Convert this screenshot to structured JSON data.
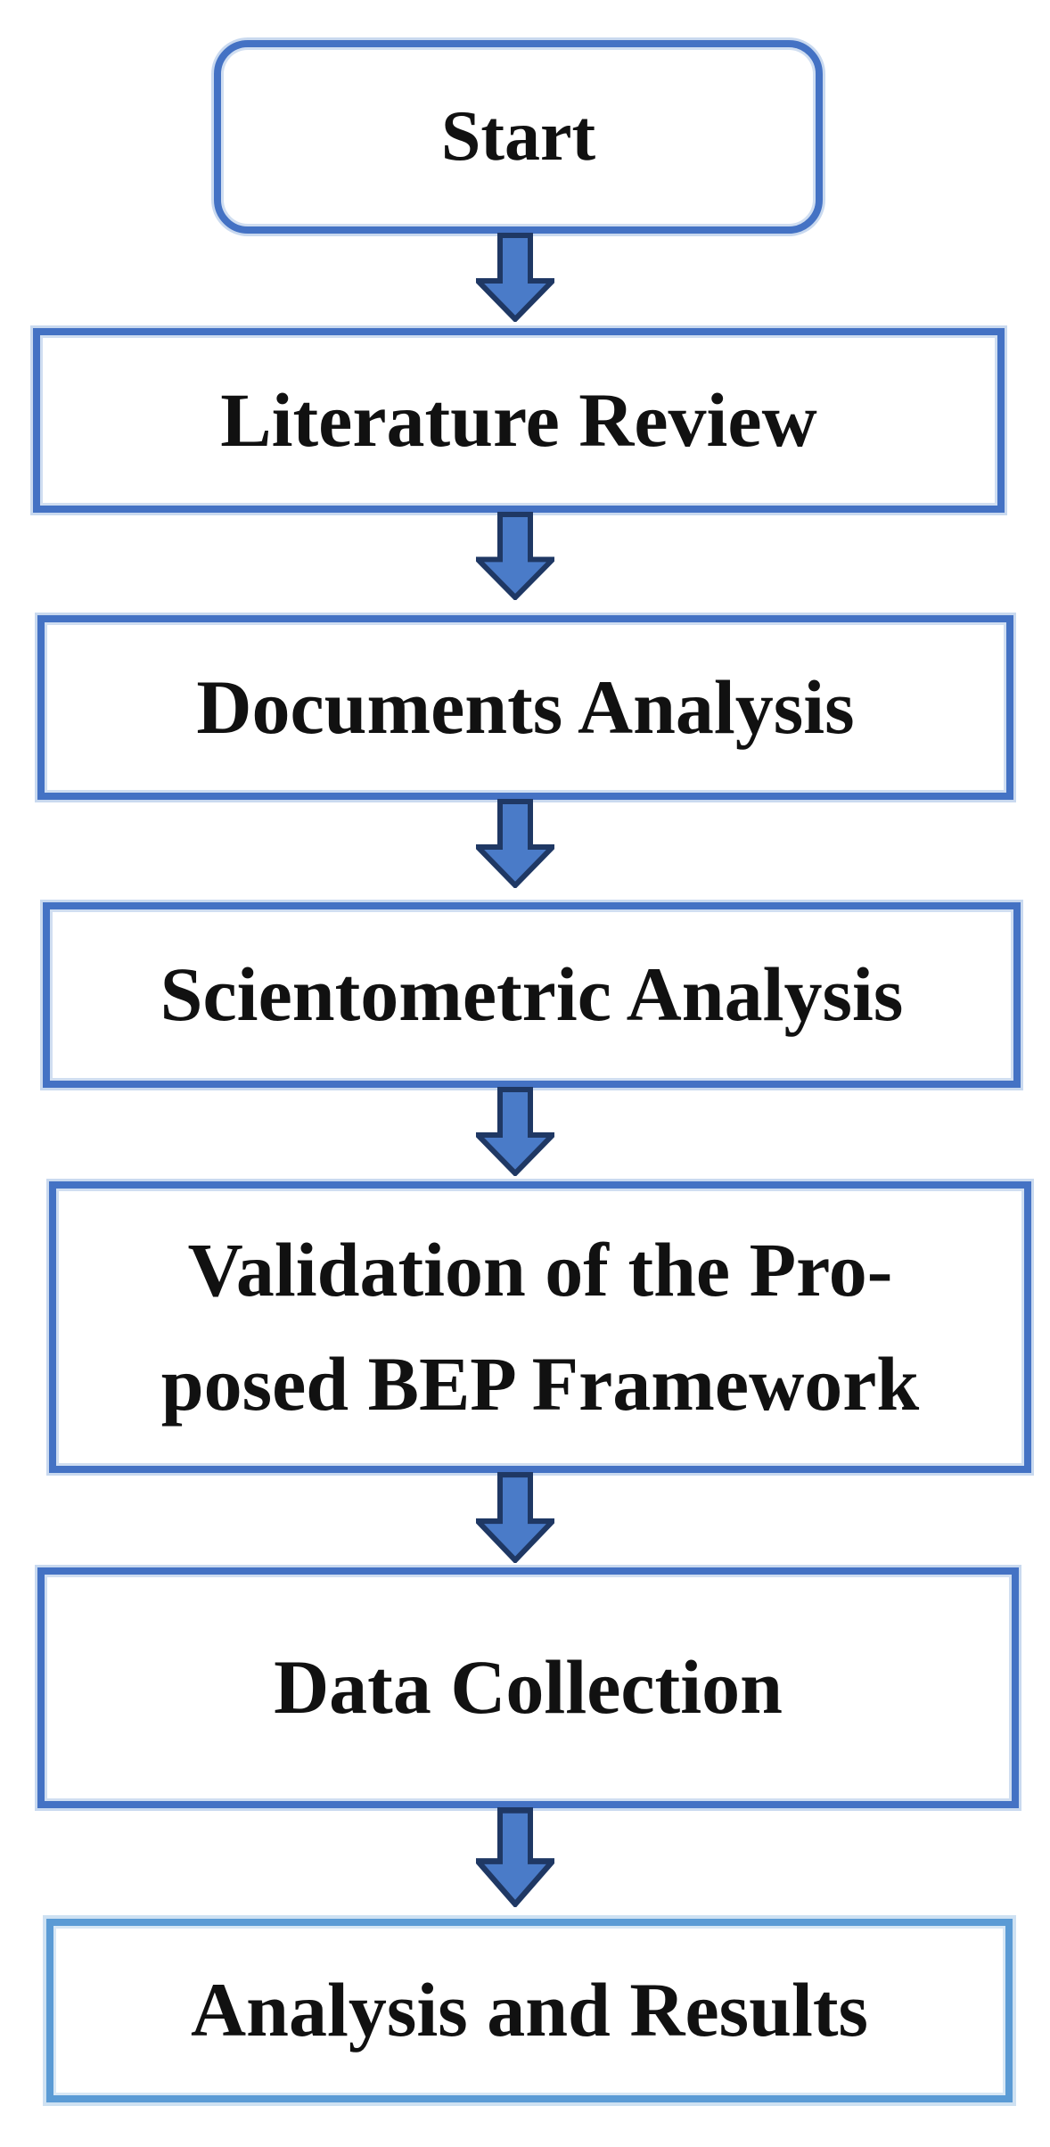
{
  "diagram": {
    "type": "flowchart",
    "direction": "top-down",
    "nodes": [
      {
        "id": "start",
        "label": "Start",
        "shape": "rounded-rectangle"
      },
      {
        "id": "literature-review",
        "label": "Literature Review",
        "shape": "rectangle"
      },
      {
        "id": "documents-analysis",
        "label": "Documents Analysis",
        "shape": "rectangle"
      },
      {
        "id": "scientometric-analysis",
        "label": "Scientometric Analysis",
        "shape": "rectangle"
      },
      {
        "id": "validation-bep-framework",
        "label": "Validation of the Proposed BEP Framework",
        "lines": [
          "Validation of the Pro-",
          "posed BEP Framework"
        ],
        "shape": "rectangle"
      },
      {
        "id": "data-collection",
        "label": "Data Collection",
        "shape": "rectangle"
      },
      {
        "id": "analysis-and-results",
        "label": "Analysis and Results",
        "shape": "rectangle"
      }
    ],
    "edges": [
      {
        "from": "start",
        "to": "literature-review",
        "connector": "block-arrow-down"
      },
      {
        "from": "literature-review",
        "to": "documents-analysis",
        "connector": "block-arrow-down"
      },
      {
        "from": "documents-analysis",
        "to": "scientometric-analysis",
        "connector": "block-arrow-down"
      },
      {
        "from": "scientometric-analysis",
        "to": "validation-bep-framework",
        "connector": "block-arrow-down"
      },
      {
        "from": "validation-bep-framework",
        "to": "data-collection",
        "connector": "block-arrow-down"
      },
      {
        "from": "data-collection",
        "to": "analysis-and-results",
        "connector": "block-arrow-down"
      }
    ],
    "colors": {
      "box_border": "#4472C4",
      "final_box_border": "#5B9BD5",
      "arrow_fill": "#4A7BC8",
      "arrow_outline": "#1F3864",
      "text": "#111111",
      "background": "#FFFFFF"
    }
  }
}
